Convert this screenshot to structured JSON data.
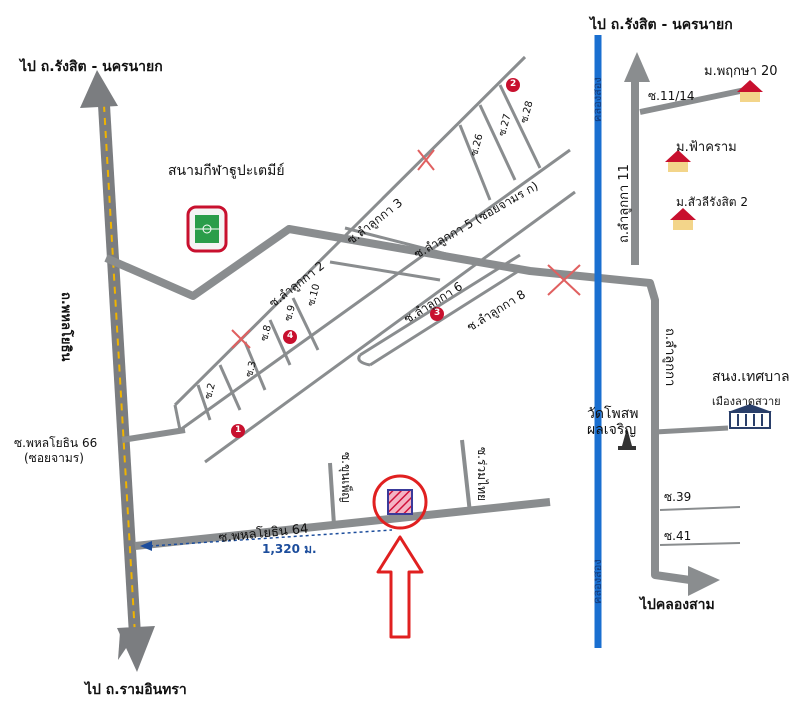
{
  "labels": {
    "top_left_dest": "ไป ถ.รังสิต - นครนายก",
    "top_right_dest": "ไป ถ.รังสิต - นครนายก",
    "bottom_left_dest": "ไป ถ.รามอินทรา",
    "bottom_right_dest": "ไปคลองสาม",
    "stadium": "สนามกีฬาฐูปะเตมีย์",
    "phahon_road": "ถ.พหลโยธิน",
    "soi66": "ซ.พหลโยธิน 66",
    "soi66_alt": "(ซอยจามร)",
    "soi64": "ซ.พหลโยธิน 64",
    "soi_khun": "ซ.ขุนเพ็ญ",
    "soi_ruamthai": "ซ.ร่วมไทย",
    "distance": "1,320 ม.",
    "lamlukka2": "ซ.ลำลูกกา 2",
    "lamlukka3": "ซ.ลำลูกกา 3",
    "lamlukka5": "ซ.ลำลูกกา 5 (ซอยจามร ก)",
    "lamlukka6": "ซ.ลำลูกกา 6",
    "lamlukka8": "ซ.ลำลูกกา 8",
    "lamlukka11": "ถ.ลำลูกกา 11",
    "lamlukka_road": "ถ.ลำลูกกา",
    "canal1": "คลองสอง",
    "canal2": "คลองสอง",
    "soi_11_14": "ซ.11/14",
    "phruksa": "ม.พฤกษา 20",
    "fakram": "ม.ฟ้าคราม",
    "sua_rangsit": "ม.สัวลีรังสิต 2",
    "municipal_office": "สนง.เทศบาล",
    "municipal_name": "เมืองลาดสวาย",
    "temple_line1": "วัดโพสพ",
    "temple_line2": "ผลเจริญ",
    "soi39": "ซ.39",
    "soi41": "ซ.41",
    "soi_2": "ซ.2",
    "soi_3": "ซ.3",
    "soi_8": "ซ.8",
    "soi_9": "ซ.9",
    "soi_10": "ซ.10",
    "soi_26": "ซ.26",
    "soi_27": "ซ.27",
    "soi_28": "ซ.28"
  },
  "markers": [
    "1",
    "2",
    "3",
    "4"
  ],
  "colors": {
    "road": "#8a8d8f",
    "canal": "#1a6fd0",
    "marker": "#c8102e",
    "target_highlight": "#e02020",
    "main_road_dash": "#f0b400",
    "distance_line": "#1c4d9c"
  },
  "icons": [
    "stadium-icon",
    "house-icon",
    "temple-icon",
    "government-building-icon",
    "target-pin-icon",
    "down-arrow-icon"
  ]
}
